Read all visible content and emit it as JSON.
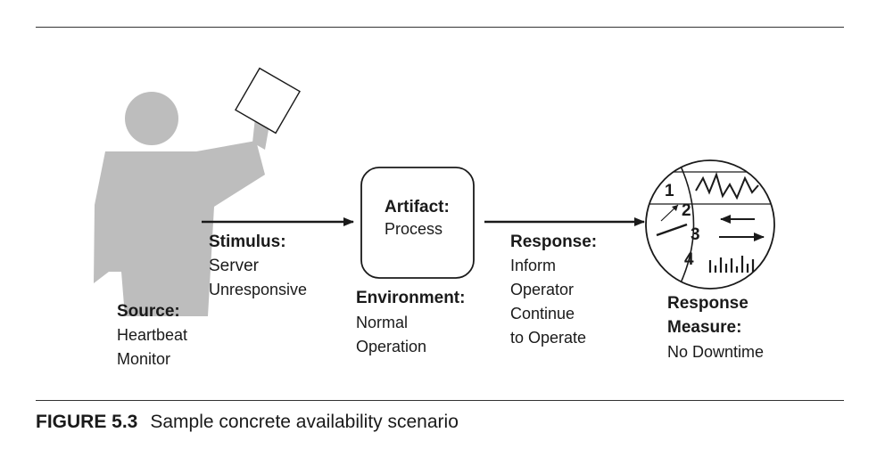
{
  "source": {
    "heading": "Source:",
    "lines": [
      "Heartbeat",
      "Monitor"
    ]
  },
  "stimulus": {
    "heading": "Stimulus:",
    "lines": [
      "Server",
      "Unresponsive"
    ]
  },
  "artifact": {
    "heading": "Artifact:",
    "value": "Process"
  },
  "environment": {
    "heading": "Environment:",
    "lines": [
      "Normal",
      "Operation"
    ]
  },
  "response": {
    "heading": "Response:",
    "lines": [
      "Inform",
      "Operator",
      "Continue",
      "to Operate"
    ]
  },
  "response_measure": {
    "heading_lines": [
      "Response",
      "Measure:"
    ],
    "value": "No Downtime"
  },
  "gauge": {
    "numbers": [
      "1",
      "2",
      "3",
      "4"
    ]
  },
  "caption": {
    "number": "FIGURE 5.3",
    "text": "Sample concrete availability scenario"
  },
  "colors": {
    "figure": "#bdbdbd",
    "stroke": "#1a1a1a",
    "rule": "#333333"
  }
}
